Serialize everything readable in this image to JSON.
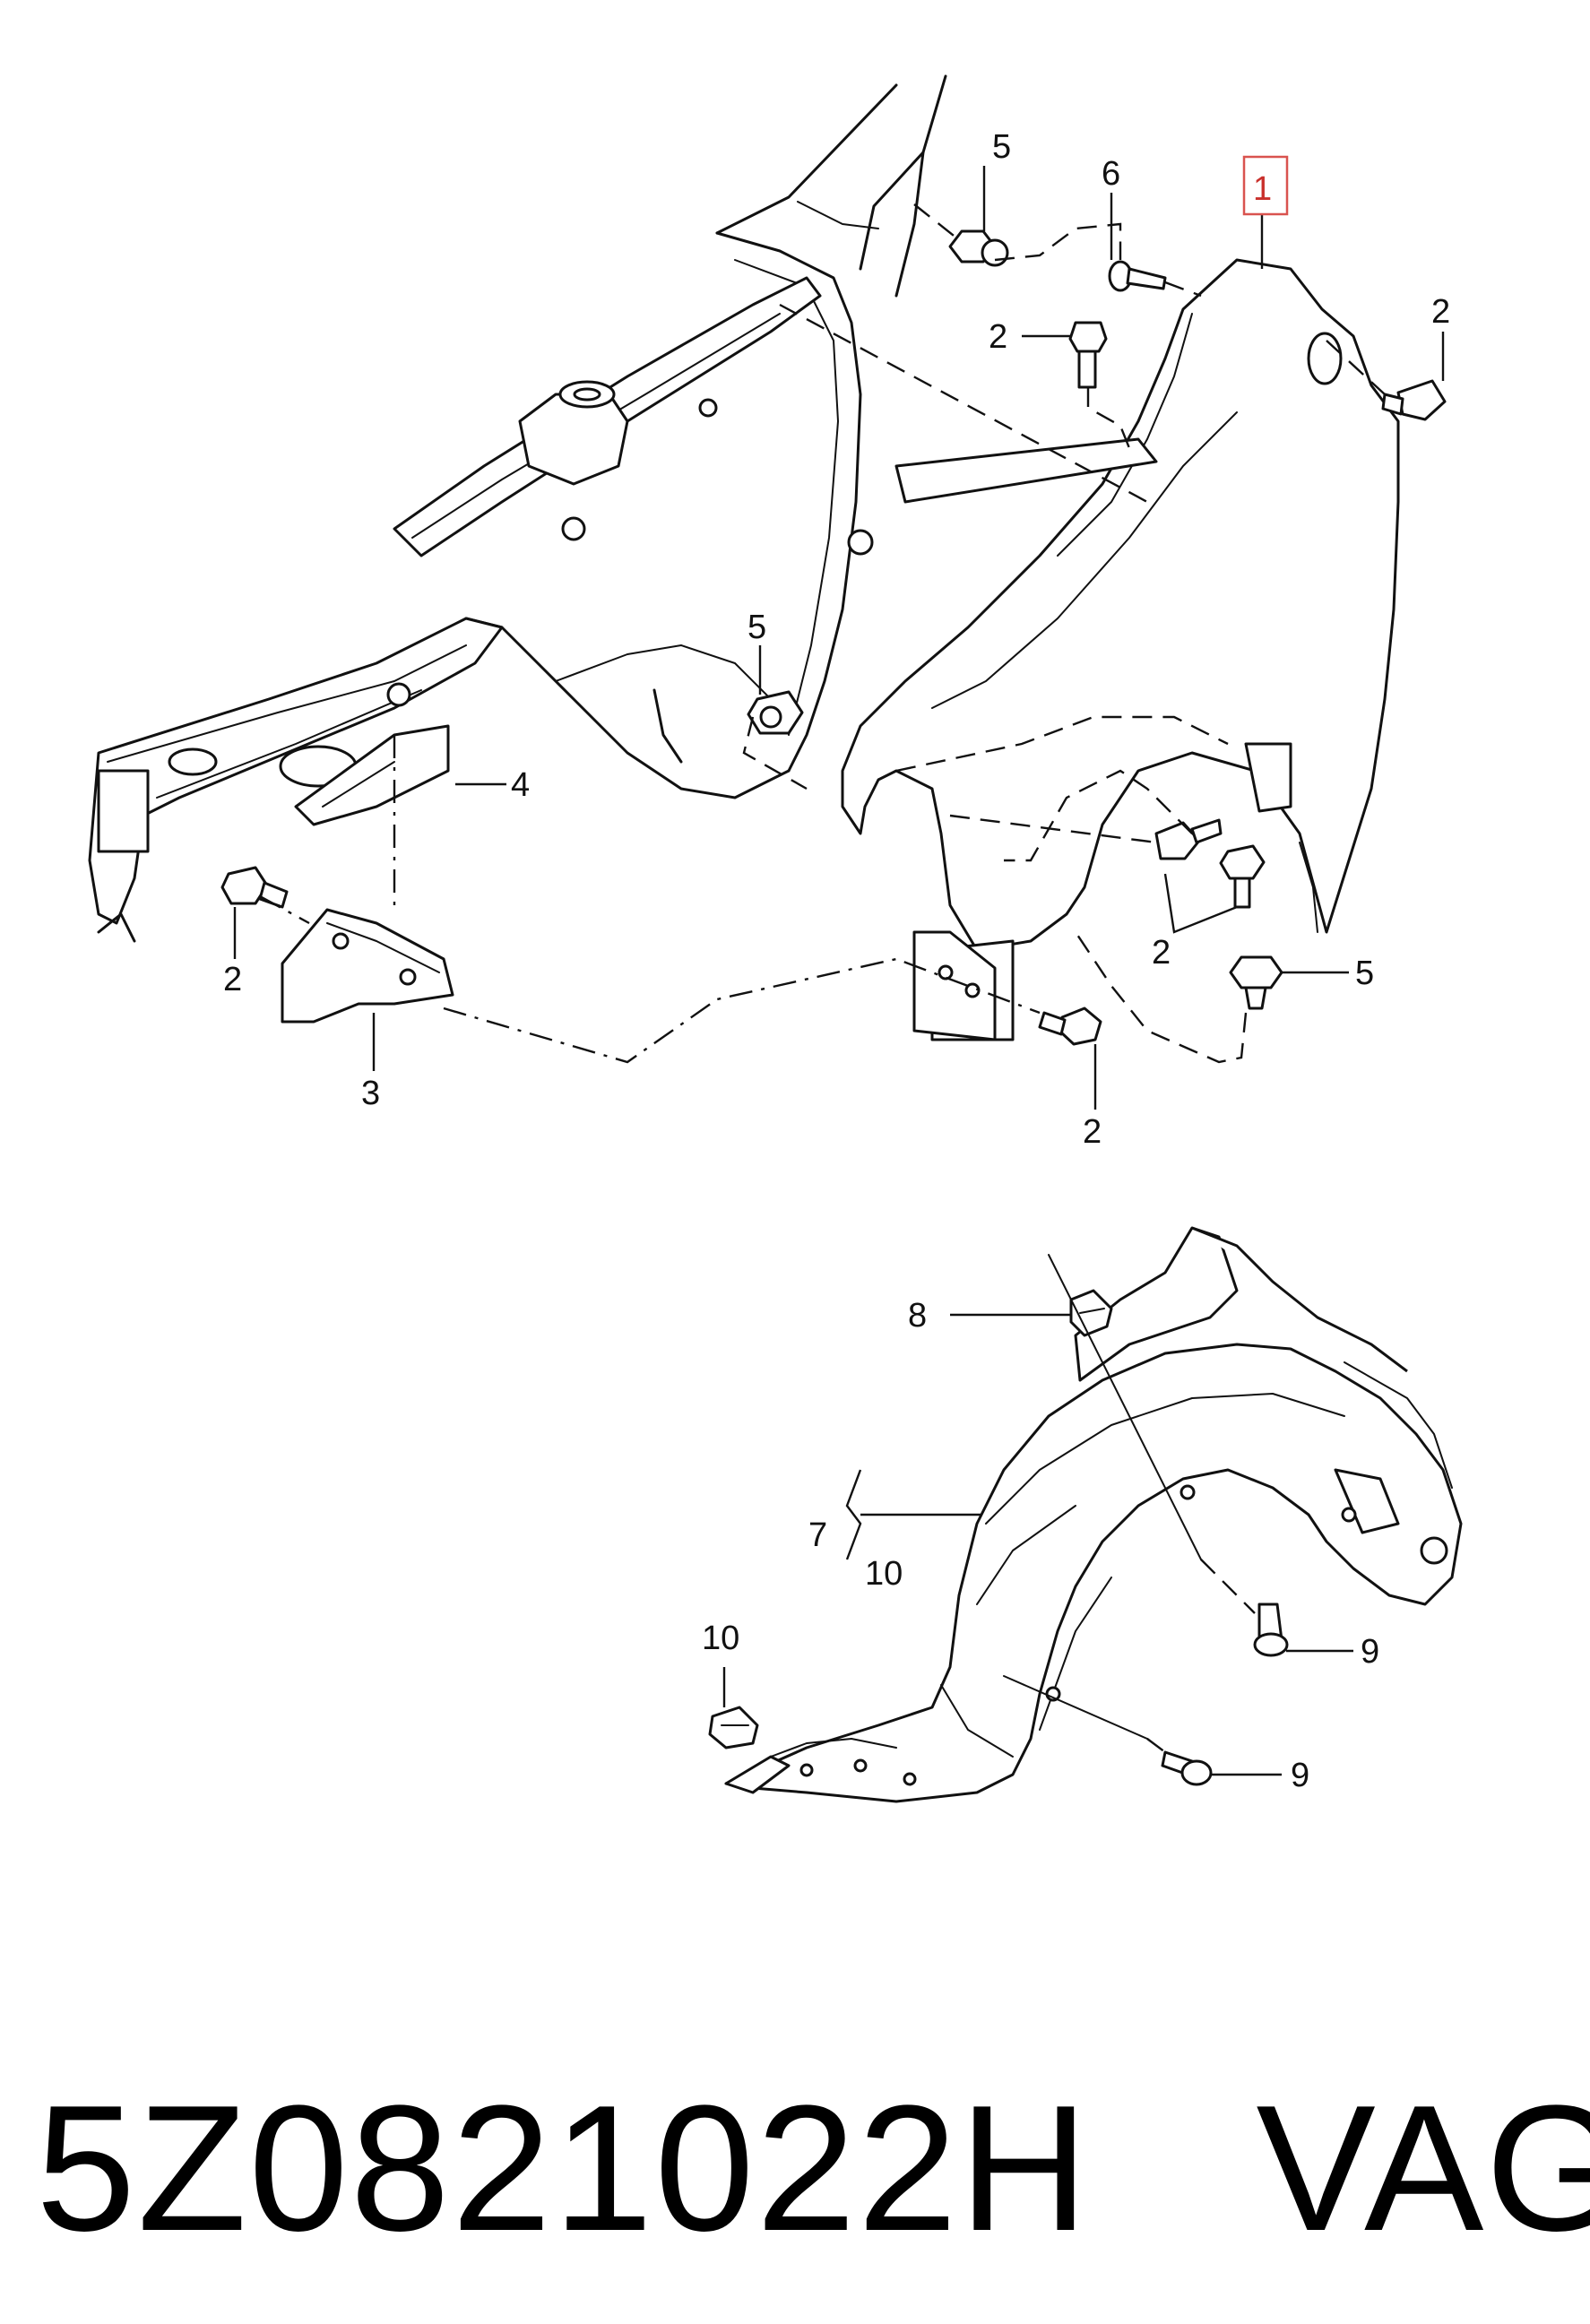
{
  "callouts": {
    "c1": "1",
    "c2_top_right": "2",
    "c2_mid": "2",
    "c2_left": "2",
    "c2_wheel": "2",
    "c2_bottom": "2",
    "c3": "3",
    "c4": "4",
    "c5_top": "5",
    "c5_mid": "5",
    "c5_right": "5",
    "c6": "6",
    "c7": "7",
    "c10_right": "10",
    "c10_left": "10",
    "c8": "8",
    "c9_upper": "9",
    "c9_lower": "9"
  },
  "footer": {
    "part_number": "5Z0821022H",
    "brand": "VAG"
  },
  "colors": {
    "highlight": "#d9534f",
    "ink": "#111111"
  }
}
